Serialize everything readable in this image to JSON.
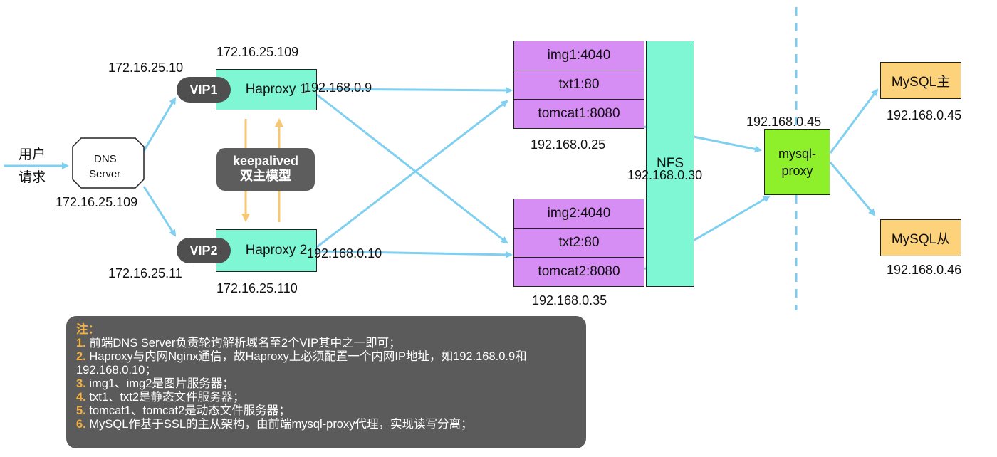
{
  "user_request": [
    "用户",
    "请求"
  ],
  "dns": {
    "label_line1": "DNS",
    "label_line2": "Server",
    "ip": "172.16.25.109"
  },
  "vip1": {
    "label": "VIP1",
    "ip": "172.16.25.10"
  },
  "vip2": {
    "label": "VIP2",
    "ip": "172.16.25.11"
  },
  "haproxy1": {
    "label": "Haproxy 1",
    "public_ip": "172.16.25.109",
    "private_ip": "192.168.0.9"
  },
  "haproxy2": {
    "label": "Haproxy 2",
    "public_ip": "172.16.25.110",
    "private_ip": "192.168.0.10"
  },
  "keepalived": {
    "line1": "keepalived",
    "line2": "双主模型"
  },
  "server1": {
    "rows": [
      "img1:4040",
      "txt1:80",
      "tomcat1:8080"
    ],
    "ip": "192.168.0.25"
  },
  "server2": {
    "rows": [
      "img2:4040",
      "txt2:80",
      "tomcat2:8080"
    ],
    "ip": "192.168.0.35"
  },
  "nfs": {
    "label": "NFS",
    "ip": "192.168.0.30"
  },
  "mysql_proxy": {
    "line1": "mysql-",
    "line2": "proxy",
    "ip": "192.168.0.45"
  },
  "mysql_master": {
    "label": "MySQL主",
    "ip": "192.168.0.45"
  },
  "mysql_slave": {
    "label": "MySQL从",
    "ip": "192.168.0.46"
  },
  "colors": {
    "arrow": "#7ecff0",
    "keepalived_arrow": "#f7c873",
    "dashed": "#7ec9ec"
  },
  "note": {
    "title": "注：",
    "items": [
      {
        "num": "1.",
        "text": "前端DNS Server负责轮询解析域名至2个VIP其中之一即可；"
      },
      {
        "num": "2.",
        "text": "Haproxy与内网Nginx通信，故Haproxy上必须配置一个内网IP地址，如192.168.0.9和192.168.0.10；"
      },
      {
        "num": "3.",
        "text": "img1、img2是图片服务器；"
      },
      {
        "num": "4.",
        "text": "txt1、txt2是静态文件服务器；"
      },
      {
        "num": "5.",
        "text": "tomcat1、tomcat2是动态文件服务器；"
      },
      {
        "num": "6.",
        "text": "MySQL作基于SSL的主从架构，由前端mysql-proxy代理，实现读写分离；"
      }
    ]
  }
}
